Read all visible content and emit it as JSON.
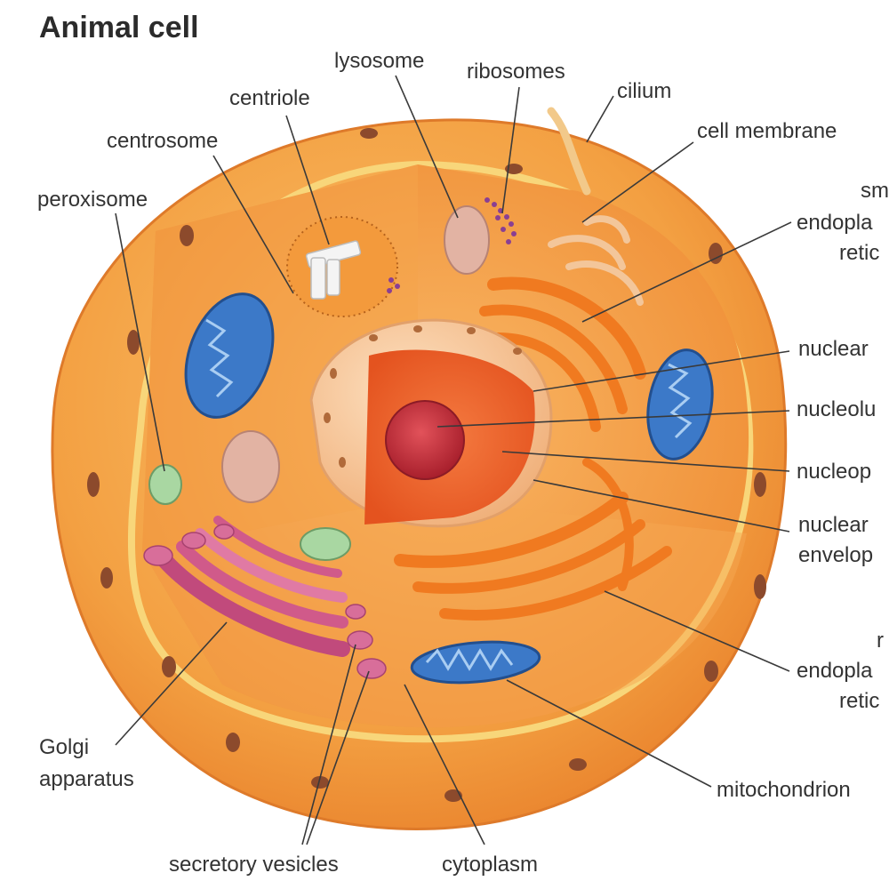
{
  "title": "Animal cell",
  "labels": {
    "lysosome": "lysosome",
    "ribosomes": "ribosomes",
    "centriole": "centriole",
    "cilium": "cilium",
    "centrosome": "centrosome",
    "cell_membrane": "cell membrane",
    "peroxisome": "peroxisome",
    "smooth_er": [
      "sm",
      "endopla",
      "retic"
    ],
    "nuclear_pore": "nuclear",
    "nucleolus": "nucleolu",
    "nucleoplasm": "nucleop",
    "nuclear_envelope": [
      "nuclear",
      "envelop"
    ],
    "rough_er": [
      "r",
      "endopla",
      "retic"
    ],
    "golgi": [
      "Golgi",
      "apparatus"
    ],
    "mitochondrion": "mitochondrion",
    "secretory_vesicles": "secretory vesicles",
    "cytoplasm": "cytoplasm"
  },
  "colors": {
    "cell_outer": "#f2a04a",
    "cell_inner": "#f7b258",
    "cytoplasm": "#f39a3c",
    "membrane_rim": "#f7d06a",
    "nucleus_outer": "#f6c79a",
    "nucleus_inner": "#f06a2e",
    "nucleolus": "#c7303b",
    "mitochondria": "#3c79c8",
    "golgi": "#d05a8a",
    "rough_er": "#f07a20",
    "lysosome": "#e2b3a3",
    "peroxisome": "#9fd19a",
    "centriole": "#f4f4f4",
    "ribosomes": "#8a3f93",
    "cilium": "#f2c98a"
  }
}
